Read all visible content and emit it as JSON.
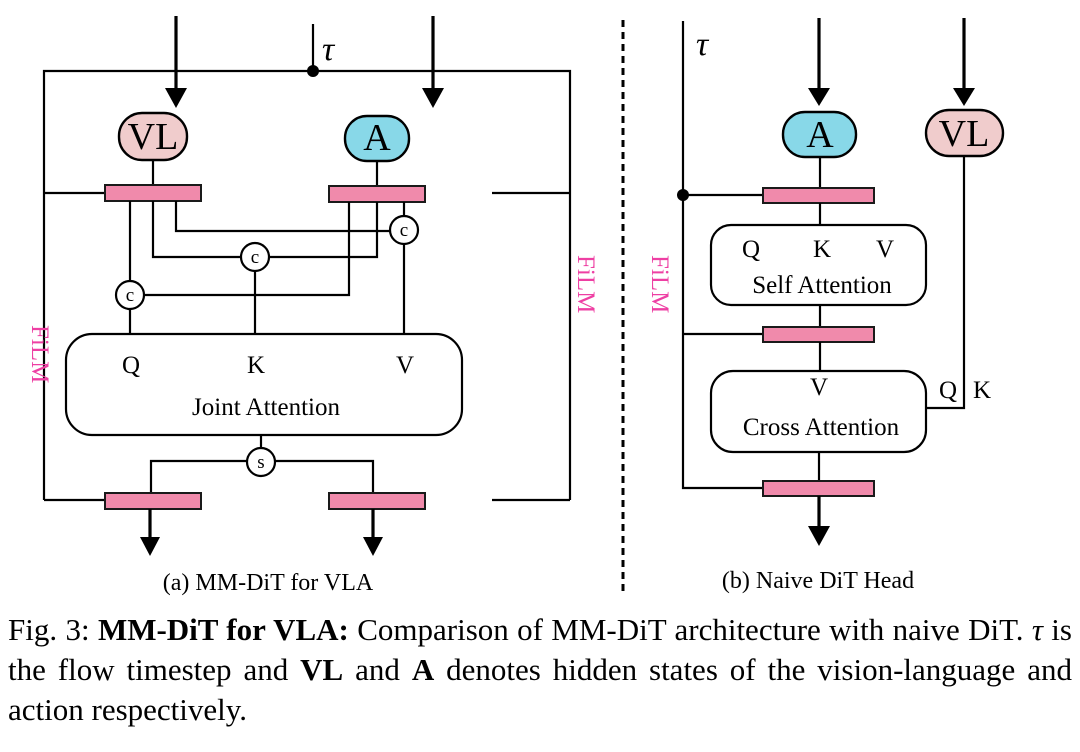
{
  "figure": {
    "left_panel": {
      "tau": "τ",
      "vl_label": "VL",
      "a_label": "A",
      "concat_symbols": [
        "c",
        "c",
        "c"
      ],
      "split_symbol": "s",
      "film_label": "FiLM",
      "attention": {
        "q": "Q",
        "k": "K",
        "v": "V",
        "title": "Joint Attention"
      },
      "subcaption": "(a)  MM-DiT for VLA"
    },
    "right_panel": {
      "tau": "τ",
      "a_label": "A",
      "vl_label": "VL",
      "film_label": "FiLM",
      "self_attention": {
        "q": "Q",
        "k": "K",
        "v": "V",
        "title": "Self Attention"
      },
      "cross_attention": {
        "v": "V",
        "q": "Q",
        "k": "K",
        "title": "Cross Attention"
      },
      "subcaption": "(b) Naive DiT Head"
    },
    "colors": {
      "vl": "#f0cccc",
      "a": "#88d8e8",
      "film_bar": "#f08aab",
      "film_text": "#ee3fa3"
    }
  },
  "caption": {
    "prefix": "Fig. 3: ",
    "bold_title": "MM-DiT for VLA:",
    "part1": " Comparison of MM-DiT architecture with naive DiT. ",
    "tau": "τ",
    "part2": " is the flow timestep and ",
    "bold_vl": "VL",
    "part3": " and ",
    "bold_a": "A",
    "part4": " denotes hidden states of the vision-language and action respectively."
  }
}
